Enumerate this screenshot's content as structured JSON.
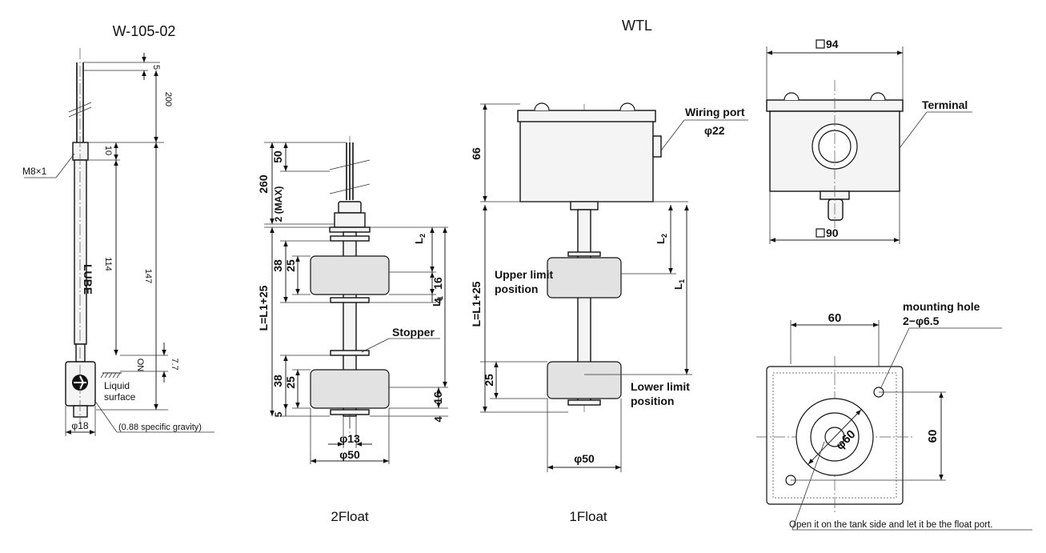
{
  "sensor": {
    "title": "W-105-02",
    "dim_top": "5",
    "dim_lead": "200",
    "dim_body_top": "10",
    "dim_body": "114",
    "dim_total": "147",
    "dim_on": "ON",
    "dim_on_val": "7.7",
    "thread": "M8×1",
    "brand": "LUBE",
    "liquid_label_1": "Liquid",
    "liquid_label_2": "surface",
    "dia": "φ18",
    "gravity": "(0.88 specific gravity)"
  },
  "two_float": {
    "caption": "2Float",
    "dim_260": "260",
    "dim_50": "50",
    "dim_2max": "2 (MAX)",
    "dim_38a": "38",
    "dim_25a": "25",
    "dim_16a": "16",
    "dim_4a": "4",
    "dim_L": "L=L1+25",
    "dim_L2": "L",
    "dim_L2_sub": "2",
    "dim_L1": "L",
    "dim_L1_sub": "1",
    "stopper": "Stopper",
    "dim_38b": "38",
    "dim_25b": "25",
    "dim_16b": "16",
    "dim_5": "5",
    "dim_4b": "4",
    "dia_13": "φ13",
    "dia_50": "φ50"
  },
  "wtl": {
    "title": "WTL",
    "caption": "1Float",
    "dim_66": "66",
    "wiring_port": "Wiring port",
    "wiring_dia": "φ22",
    "dim_L": "L=L1+25",
    "dim_L2": "L",
    "dim_L2_sub": "2",
    "dim_L1": "L",
    "dim_L1_sub": "1",
    "upper_1": "Upper limit",
    "upper_2": "position",
    "lower_1": "Lower limit",
    "lower_2": "position",
    "dim_25": "25",
    "dia_50": "φ50"
  },
  "box_front": {
    "dim_94": "94",
    "dim_90": "90",
    "terminal": "Terminal"
  },
  "box_top": {
    "dim_60_h": "60",
    "dim_60_v": "60",
    "mount_1": "mounting hole",
    "mount_2": "2−φ6.5",
    "dia_60": "φ60",
    "note": "Open it on the tank side and let it be the float port."
  }
}
